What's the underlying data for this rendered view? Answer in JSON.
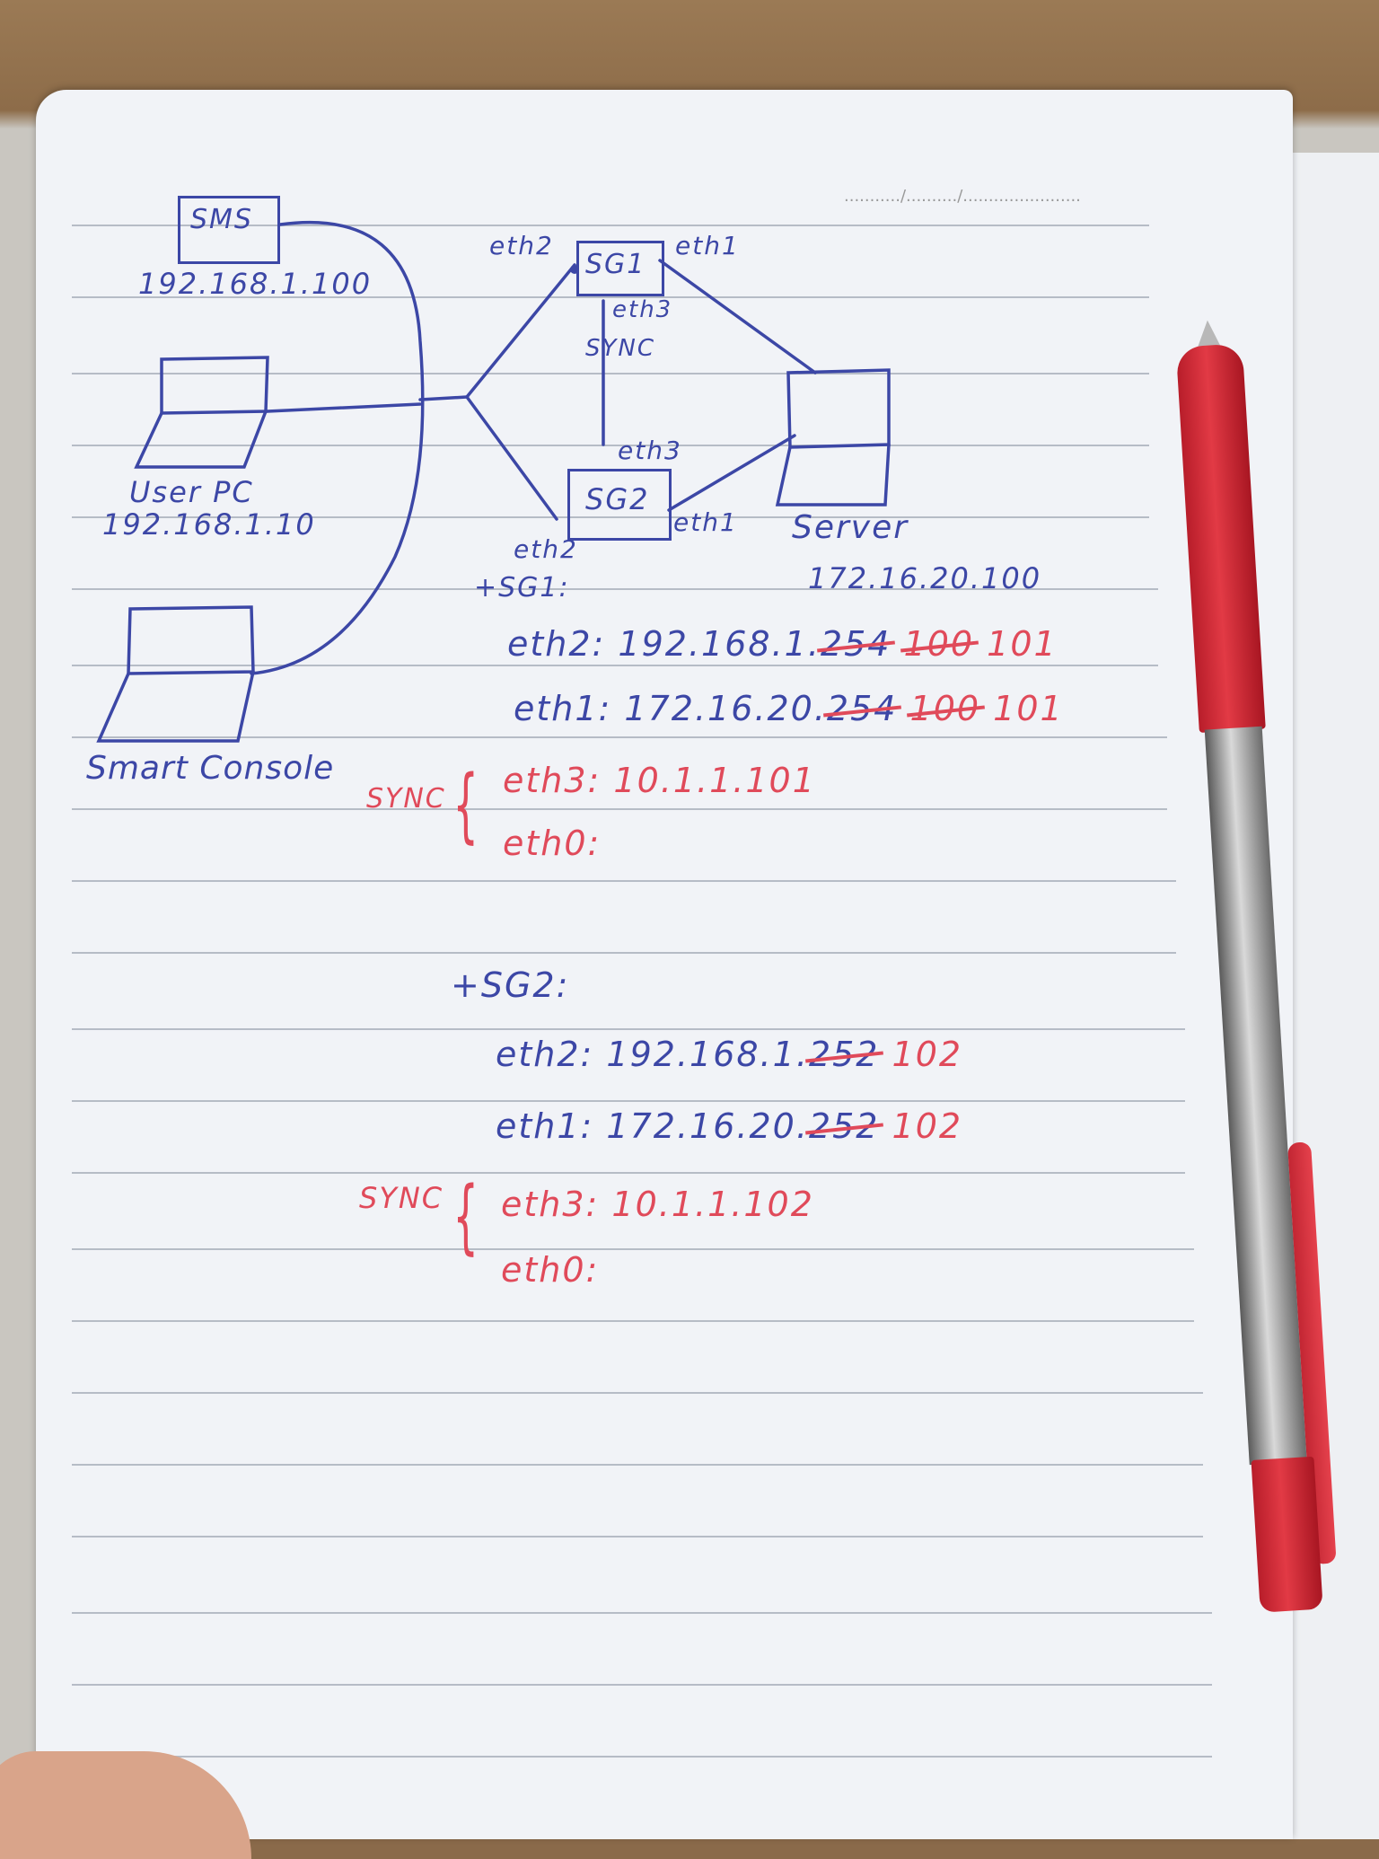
{
  "header_marks": ".........../........../.......................",
  "sms": {
    "label": "SMS",
    "ip": "192.168.1.100"
  },
  "user_pc": {
    "label": "User PC",
    "ip": "192.168.1.10"
  },
  "smart_console": {
    "label": "Smart Console"
  },
  "sg1_box": {
    "label": "SG1",
    "eth2": "eth2",
    "eth1": "eth1",
    "eth3": "eth3"
  },
  "sync_link": "SYNC",
  "sg2_box": {
    "label": "SG2",
    "eth3": "eth3",
    "eth2": "eth2",
    "eth1": "eth1"
  },
  "server": {
    "label": "Server",
    "ip": "172.16.20.100"
  },
  "sg1_config": {
    "title": "+SG1:",
    "eth2": {
      "prefix": "eth2: 192.168.1.",
      "old1": "254",
      "old2": "100",
      "new": "101"
    },
    "eth1": {
      "prefix": "eth1: 172.16.20.",
      "old1": "254",
      "old2": "100",
      "new": "101"
    },
    "sync_label": "SYNC",
    "eth3": "eth3: 10.1.1.101",
    "eth0": "eth0:"
  },
  "sg2_config": {
    "title": "+SG2:",
    "eth2": {
      "prefix": "eth2: 192.168.1.",
      "old": "252",
      "new": "102"
    },
    "eth1": {
      "prefix": "eth1: 172.16.20.",
      "old": "252",
      "new": "102"
    },
    "sync_label": "SYNC",
    "eth3": "eth3: 10.1.1.102",
    "eth0": "eth0:"
  },
  "colors": {
    "ink_blue": "#3c47a6",
    "ink_red": "#e04a5a",
    "paper": "#f1f3f7",
    "pen_red": "#d9303b"
  }
}
